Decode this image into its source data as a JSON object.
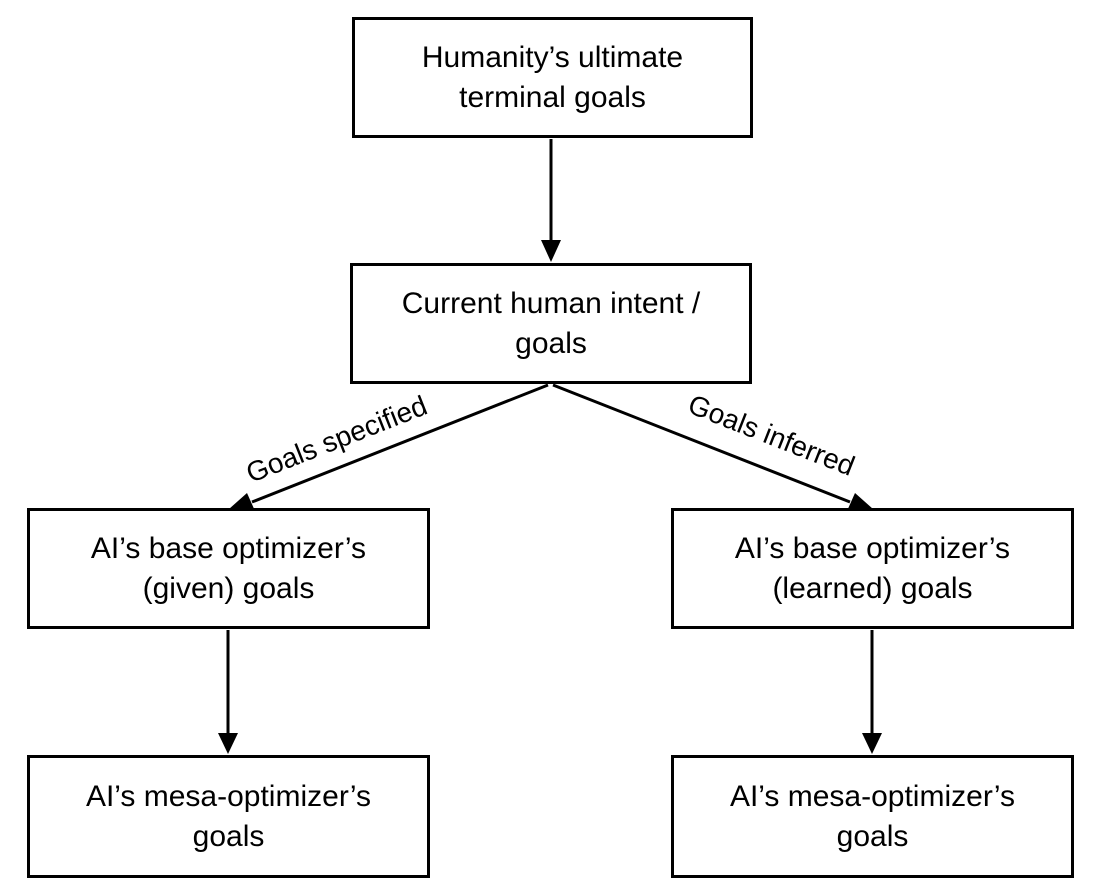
{
  "nodes": {
    "top": {
      "lines": [
        "Humanity’s ultimate",
        "terminal goals"
      ]
    },
    "middle": {
      "lines": [
        "Current human intent /",
        "goals"
      ]
    },
    "left_base": {
      "lines": [
        "AI’s base optimizer’s",
        "(given) goals"
      ]
    },
    "right_base": {
      "lines": [
        "AI’s base optimizer’s",
        "(learned) goals"
      ]
    },
    "left_mesa": {
      "lines": [
        "AI’s mesa-optimizer’s",
        "goals"
      ]
    },
    "right_mesa": {
      "lines": [
        "AI’s mesa-optimizer’s",
        "goals"
      ]
    }
  },
  "edges": {
    "specified_label": "Goals specified",
    "inferred_label": "Goals inferred"
  },
  "colors": {
    "stroke": "#000000",
    "background": "#ffffff"
  }
}
